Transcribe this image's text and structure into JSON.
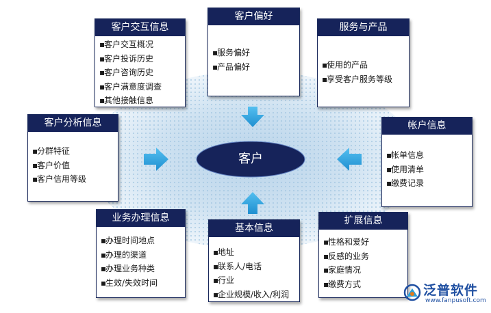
{
  "center": "客户",
  "cards": [
    {
      "key": "interaction",
      "title": "客户交互信息",
      "items": [
        "客户交互概况",
        "客户投诉历史",
        "客户咨询历史",
        "客户满意度调查",
        "其他接触信息"
      ]
    },
    {
      "key": "preference",
      "title": "客户偏好",
      "items": [
        "服务偏好",
        "产品偏好"
      ]
    },
    {
      "key": "service",
      "title": "服务与产品",
      "items": [
        "使用的产品",
        "享受客户服务等级"
      ]
    },
    {
      "key": "analysis",
      "title": "客户分析信息",
      "items": [
        "分群特征",
        "客户价值",
        "客户信用等级"
      ]
    },
    {
      "key": "account",
      "title": "帐户信息",
      "items": [
        "帐单信息",
        "使用清单",
        "缴费记录"
      ]
    },
    {
      "key": "business",
      "title": "业务办理信息",
      "items": [
        "办理时间地点",
        "办理的渠道",
        "办理业务种类",
        "生效/失效时间"
      ]
    },
    {
      "key": "basic",
      "title": "基本信息",
      "items": [
        "地址",
        "联系人/电话",
        "行业",
        "企业规模/收入/利润"
      ]
    },
    {
      "key": "extended",
      "title": "扩展信息",
      "items": [
        "性格和爱好",
        "反感的业务",
        "家庭情况",
        "缴费方式"
      ]
    }
  ],
  "logo": {
    "name": "泛普软件",
    "url": "www.fanpusoft.com"
  },
  "colors": {
    "header": "#16235a",
    "ellipse": "#16235a",
    "arrow": "#2a9fd8",
    "logo": "#1f4fa1"
  }
}
